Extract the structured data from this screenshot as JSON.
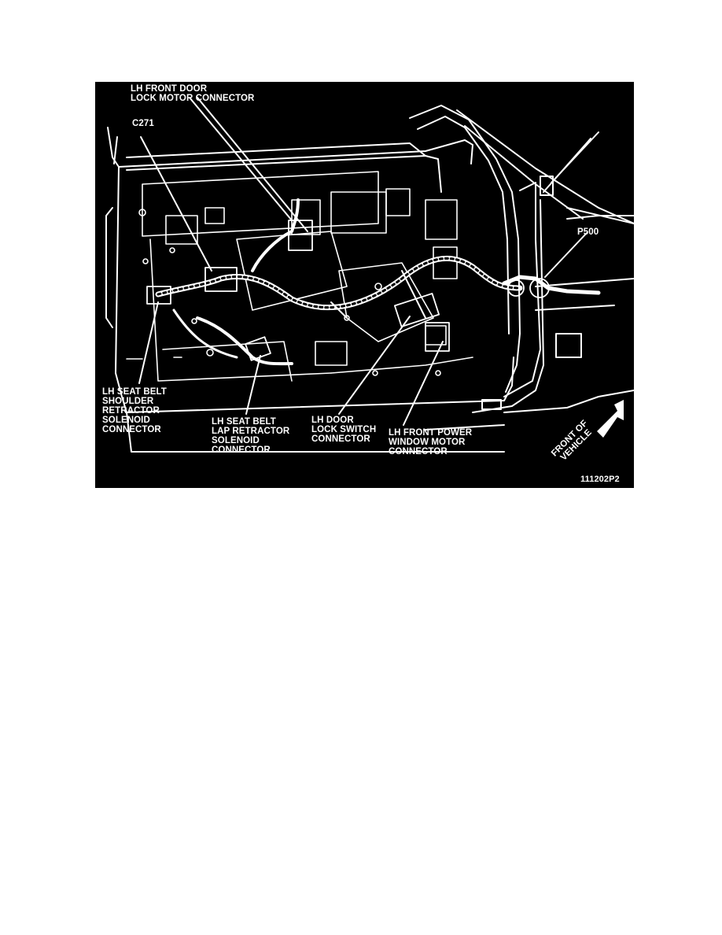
{
  "figure": {
    "figure_id": "111202P2",
    "colors": {
      "background": "#000000",
      "linework": "#ffffff"
    },
    "labels": {
      "lock_motor_connector": [
        "LH FRONT DOOR",
        "LOCK MOTOR CONNECTOR"
      ],
      "c271": [
        "C271"
      ],
      "p500": [
        "P500"
      ],
      "shoulder_retractor": [
        "LH SEAT BELT",
        "SHOULDER",
        "RETRACTOR",
        "SOLENOID",
        "CONNECTOR"
      ],
      "lap_retractor": [
        "LH SEAT BELT",
        "LAP RETRACTOR",
        "SOLENOID",
        "CONNECTOR"
      ],
      "lock_switch": [
        "LH DOOR",
        "LOCK SWITCH",
        "CONNECTOR"
      ],
      "window_motor": [
        "LH FRONT POWER",
        "WINDOW MOTOR",
        "CONNECTOR"
      ],
      "front_of_vehicle": [
        "FRONT OF",
        "VEHICLE"
      ]
    }
  }
}
